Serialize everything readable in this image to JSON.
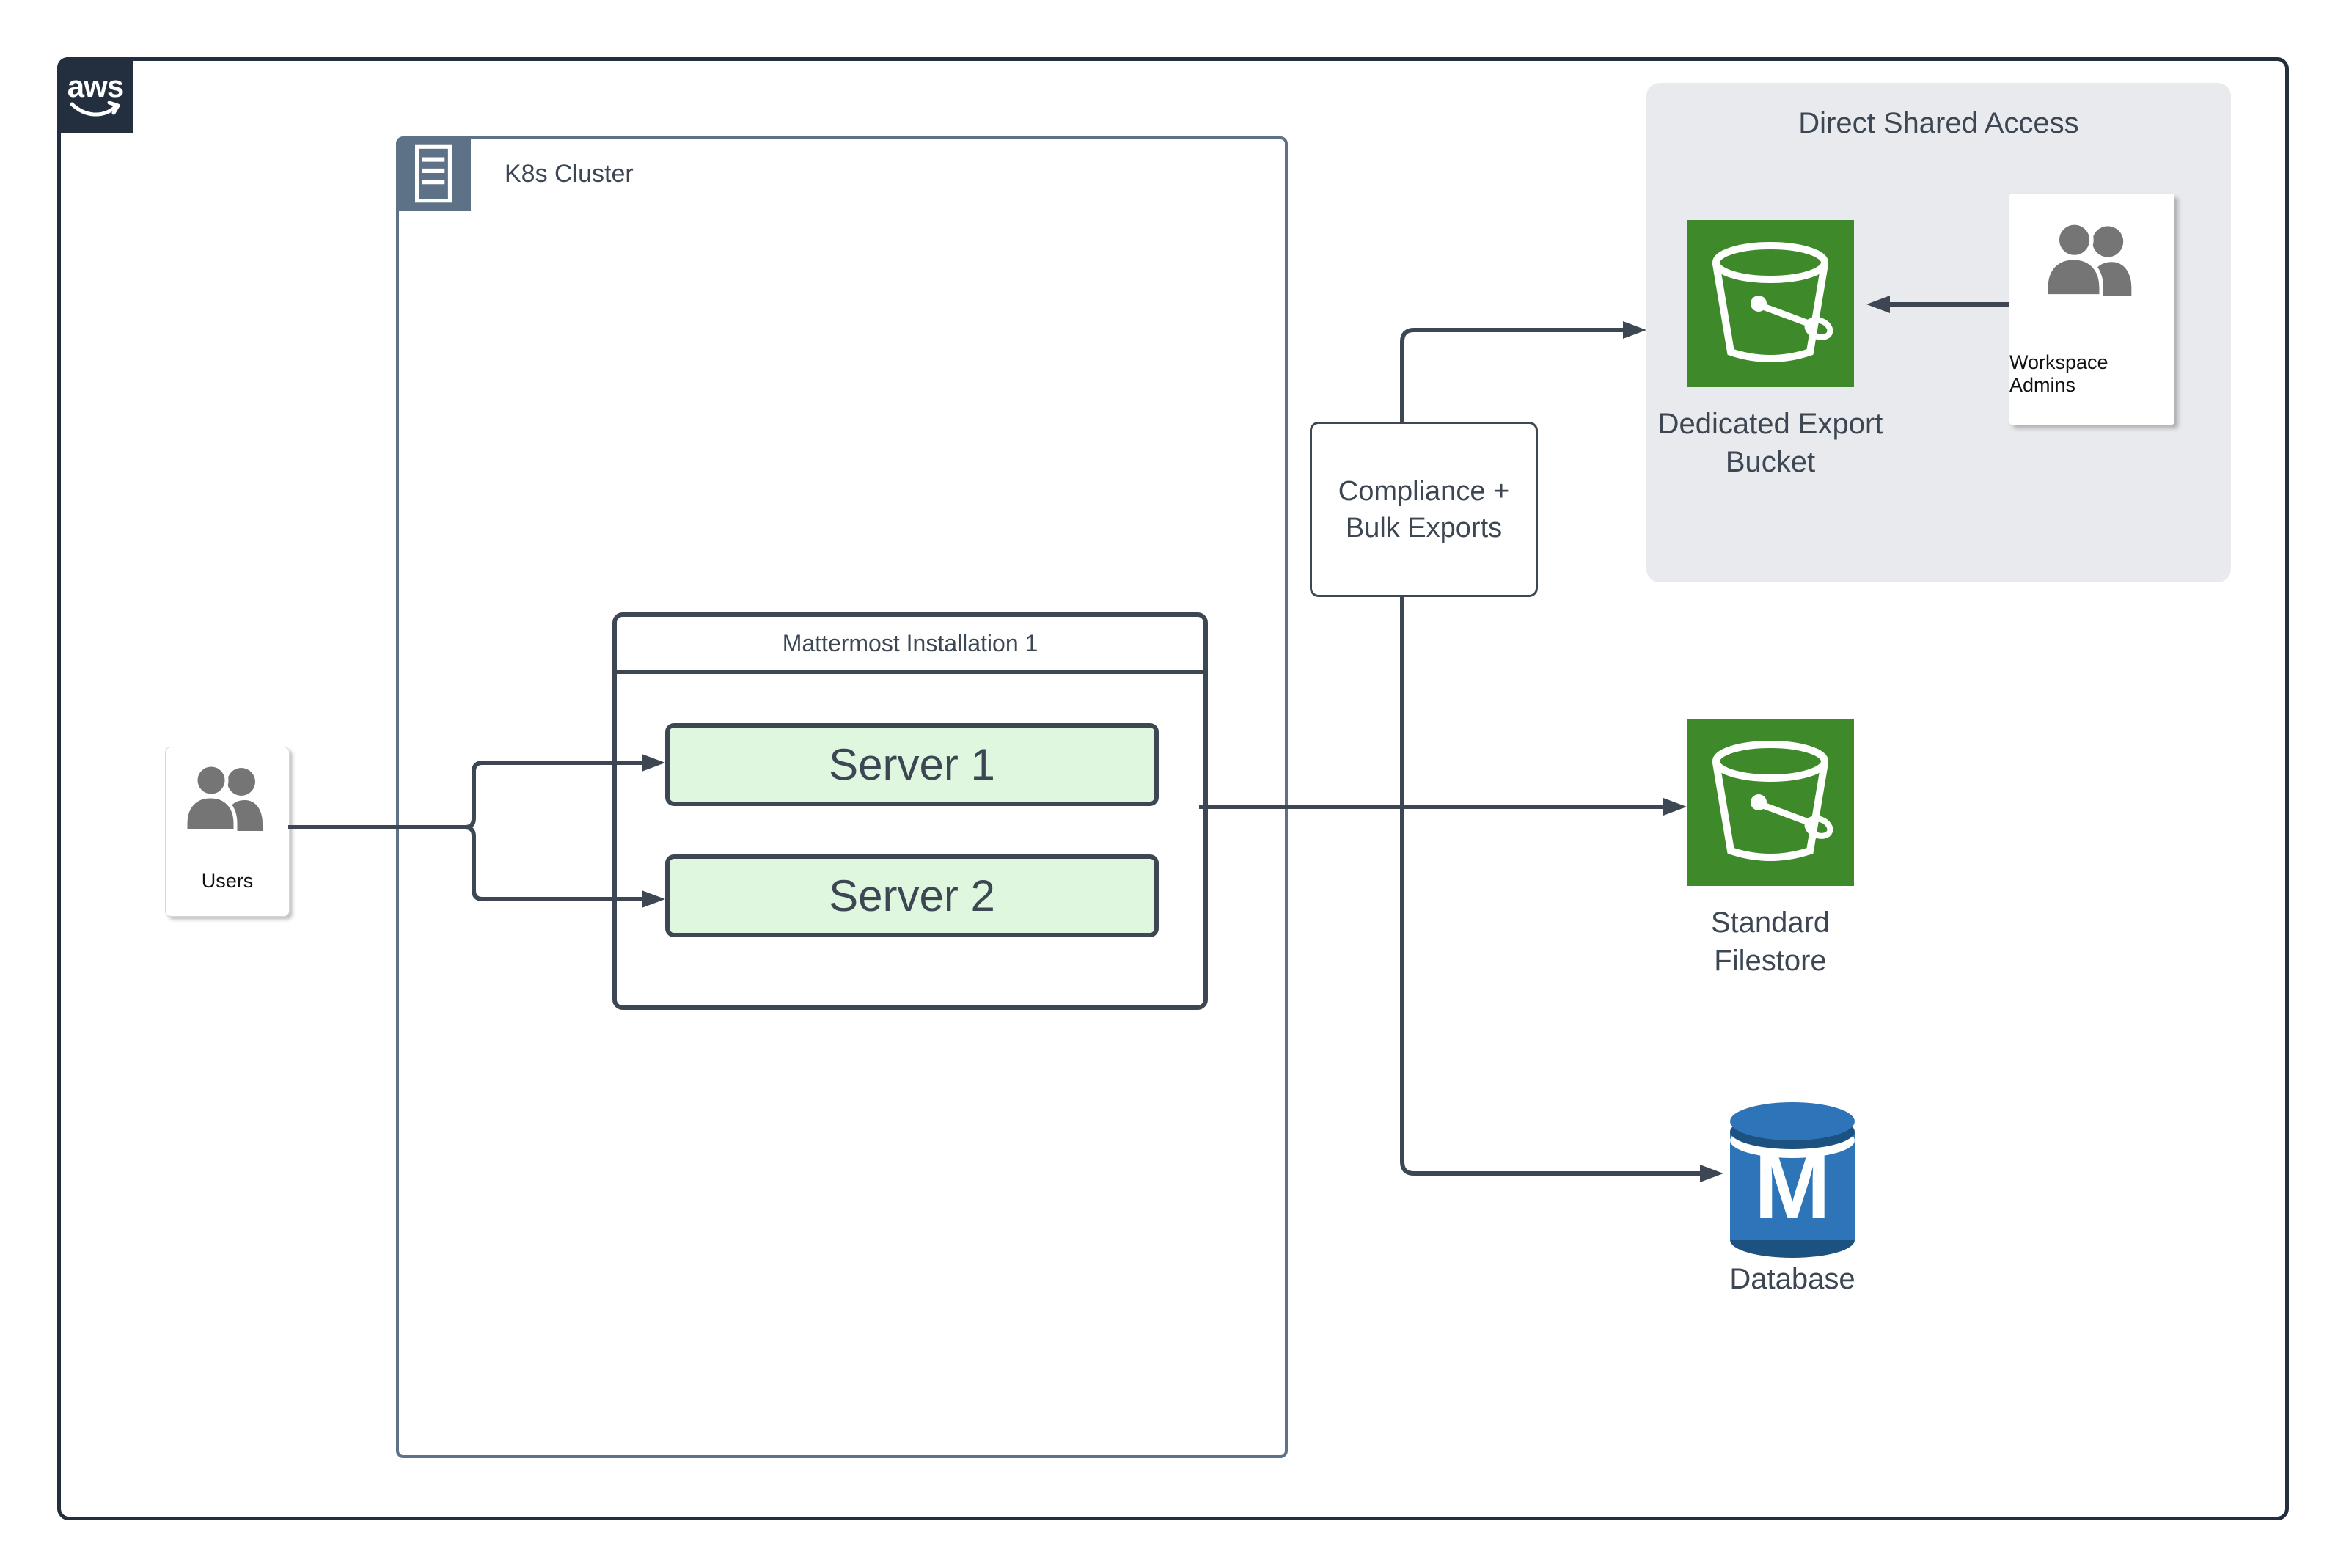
{
  "aws_logo_text": "aws",
  "k8s_cluster": {
    "label": "K8s Cluster"
  },
  "mattermost": {
    "title": "Mattermost Installation 1",
    "servers": [
      {
        "label": "Server 1"
      },
      {
        "label": "Server 2"
      }
    ]
  },
  "users": {
    "label": "Users"
  },
  "compliance_node": {
    "line1": "Compliance +",
    "line2": "Bulk Exports"
  },
  "direct_shared_access": {
    "title": "Direct Shared Access",
    "dedicated_export_bucket": {
      "line1": "Dedicated Export",
      "line2": "Bucket"
    },
    "workspace_admins": {
      "label": "Workspace Admins"
    }
  },
  "standard_filestore": {
    "line1": "Standard",
    "line2": "Filestore"
  },
  "database": {
    "label": "Database",
    "monogram": "M"
  },
  "colors": {
    "frame": "#232F3E",
    "k8s_border": "#5E7287",
    "shape_border": "#3D4753",
    "server_fill": "#DFF6DF",
    "bucket_green": "#3E8929",
    "panel_gray": "#E9EAED",
    "db_blue": "#2E74B9",
    "db_blue_dark": "#1B527F",
    "icon_gray": "#757575"
  }
}
